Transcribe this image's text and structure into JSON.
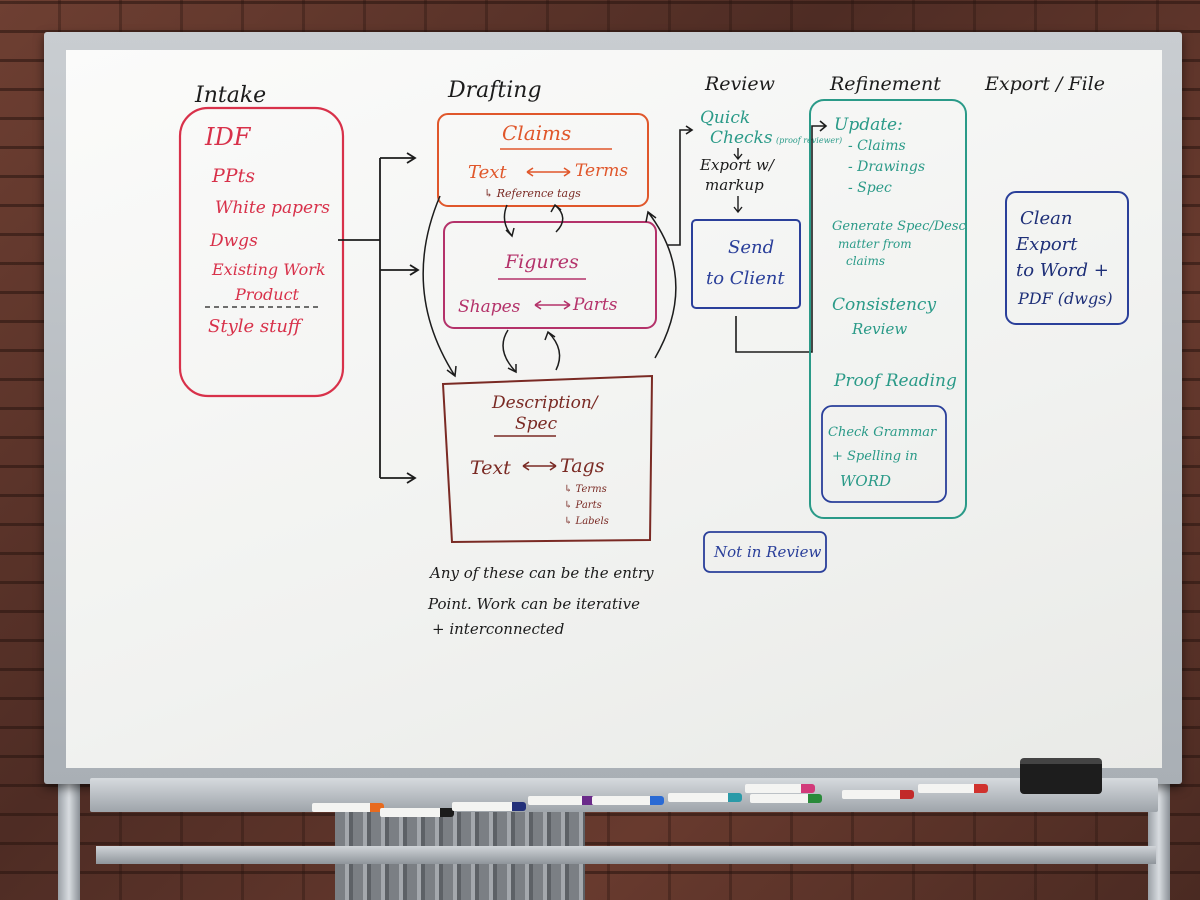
{
  "columns": {
    "intake": "Intake",
    "drafting": "Drafting",
    "review": "Review",
    "refinement": "Refinement",
    "export": "Export / File"
  },
  "intake": {
    "items": [
      "IDF",
      "PPts",
      "White papers",
      "Dwgs",
      "Existing Work",
      "Product",
      "Style stuff"
    ]
  },
  "drafting": {
    "claims": {
      "title": "Claims",
      "left": "Text",
      "right": "Terms",
      "note": "↳ Reference tags"
    },
    "figures": {
      "title": "Figures",
      "left": "Shapes",
      "right": "Parts"
    },
    "spec": {
      "title_1": "Description/",
      "title_2": "Spec",
      "left": "Text",
      "right": "Tags",
      "sub": [
        "↳ Terms",
        "↳ Parts",
        "↳ Labels"
      ]
    },
    "note": [
      "Any of these can be the entry",
      "Point. Work can be iterative",
      "+ interconnected"
    ]
  },
  "review": {
    "quick_checks_1": "Quick",
    "quick_checks_2": "Checks",
    "quick_checks_note": "(proof reviewer)",
    "export_markup_1": "Export w/",
    "export_markup_2": "markup",
    "send_1": "Send",
    "send_2": "to Client",
    "not_in_review": "Not in Review"
  },
  "refinement": {
    "update": "Update:",
    "update_items": [
      "- Claims",
      "- Drawings",
      "- Spec"
    ],
    "generate_1": "Generate Spec/Desc",
    "generate_2": "matter from",
    "generate_3": "claims",
    "consistency_1": "Consistency",
    "consistency_2": "Review",
    "proofreading": "Proof Reading",
    "grammar_1": "Check Grammar",
    "grammar_2": "+ Spelling in",
    "grammar_3": "WORD"
  },
  "export": {
    "line_1": "Clean",
    "line_2": "Export",
    "line_3": "to Word +",
    "line_4": "PDF (dwgs)"
  },
  "colors": {
    "red": "#d8314a",
    "orange": "#e0572b",
    "maroon": "#7a2a24",
    "magenta": "#b4326a",
    "blue": "#2a3f9a",
    "teal": "#2a9a88",
    "black": "#1c1c1c"
  }
}
